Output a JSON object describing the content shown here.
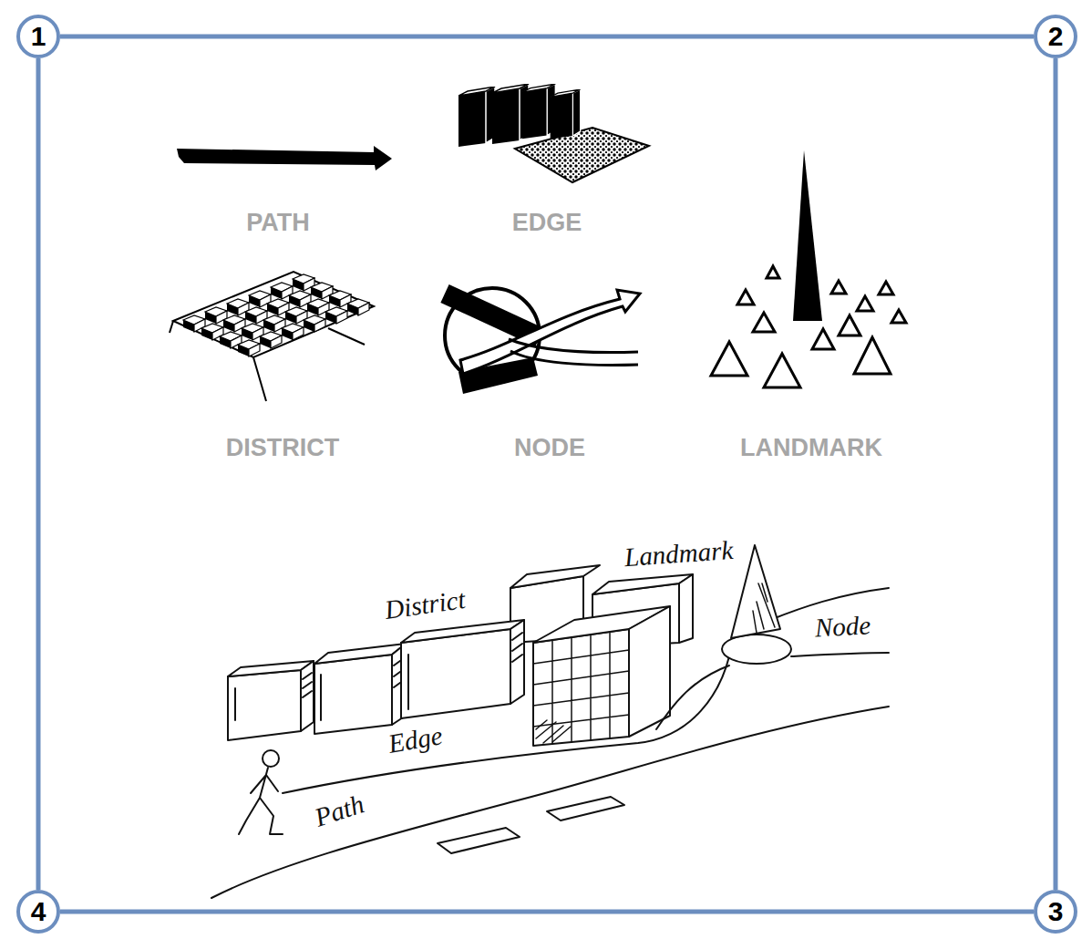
{
  "diagram": {
    "nodes": [
      {
        "text": [
          "1"
        ]
      },
      {
        "text": [
          "2"
        ]
      },
      {
        "text": [
          "4"
        ]
      },
      {
        "text": [
          "3"
        ]
      }
    ],
    "edges": [
      {
        "from": 0,
        "to": 1,
        "arrow": "none"
      },
      {
        "from": 1,
        "to": 3,
        "arrow": "none"
      },
      {
        "from": 3,
        "to": 2,
        "arrow": "none"
      },
      {
        "from": 2,
        "to": 0,
        "arrow": "none"
      }
    ],
    "labels": [
      "PATH",
      "EDGE",
      "DISTRICT",
      "NODE",
      "LANDMARK",
      "Landmark",
      "District",
      "Node",
      "Edge",
      "Path"
    ]
  }
}
